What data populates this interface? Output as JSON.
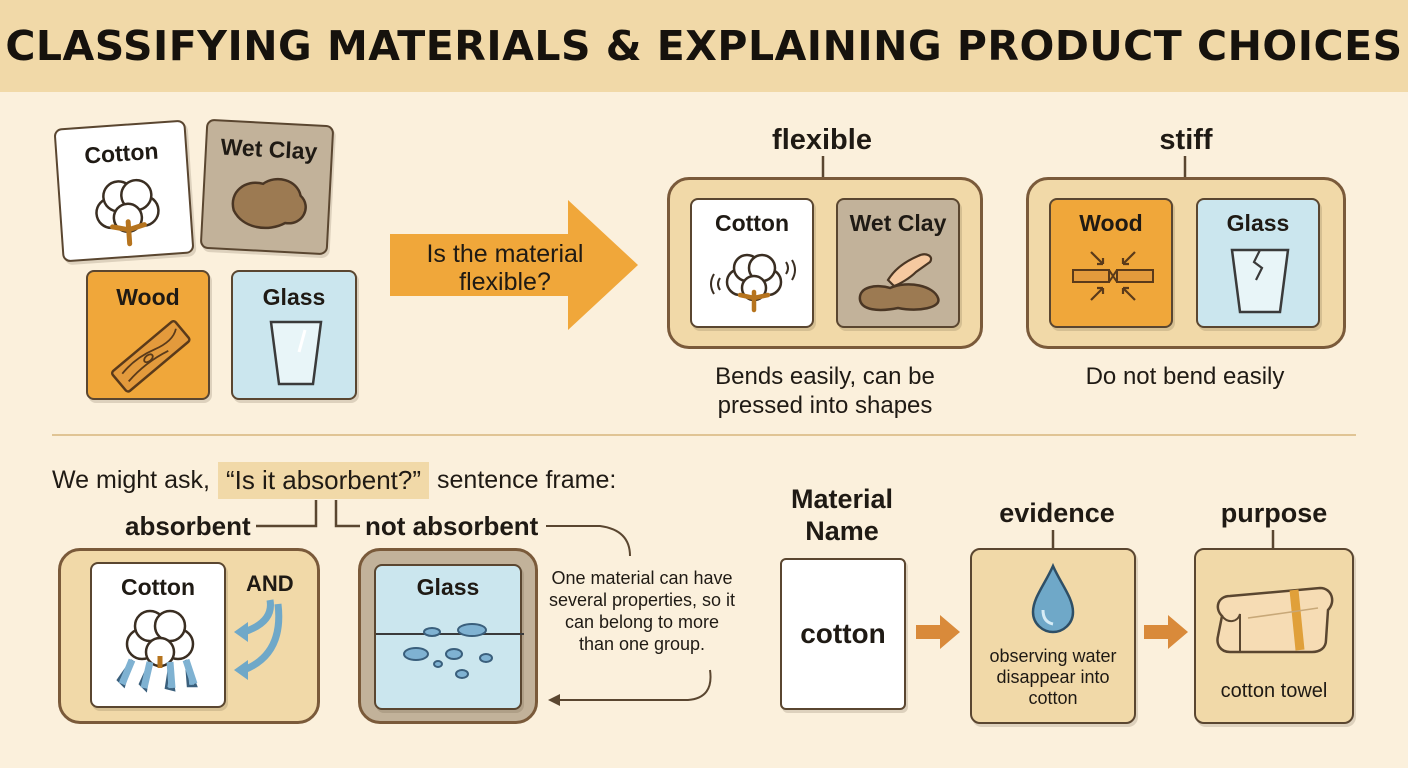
{
  "title": "CLASSIFYING MATERIALS & EXPLAINING PRODUCT CHOICES",
  "top": {
    "materials": [
      "Cotton",
      "Wet Clay",
      "Wood",
      "Glass"
    ],
    "question": "Is the material flexible?",
    "flexible": {
      "title": "flexible",
      "items": [
        "Cotton",
        "Wet Clay"
      ],
      "caption": "Bends easily, can be pressed into shapes"
    },
    "stiff": {
      "title": "stiff",
      "items": [
        "Wood",
        "Glass"
      ],
      "caption": "Do not bend easily"
    }
  },
  "bottom": {
    "prompt_lead": "We might ask,",
    "prompt_question": "“Is it absorbent?”",
    "prompt_tail": "sentence frame:",
    "absorbent": {
      "label": "absorbent",
      "item": "Cotton",
      "and_label": "AND"
    },
    "not_absorbent": {
      "label": "not absorbent",
      "item": "Glass"
    },
    "note": "One material can have several properties, so it can belong to more than one group.",
    "frame": {
      "material_title": "Material Name",
      "material_value": "cotton",
      "evidence_title": "evidence",
      "evidence_text": "observing water disappear into cotton",
      "purpose_title": "purpose",
      "purpose_text": "cotton towel"
    }
  },
  "colors": {
    "header": "#f1d9a8",
    "background": "#fbf0dc",
    "orange": "#f0a73a",
    "clay": "#c2b29a",
    "glass": "#cbe6ee",
    "border": "#7a5a3a",
    "water": "#6fa8c8"
  }
}
